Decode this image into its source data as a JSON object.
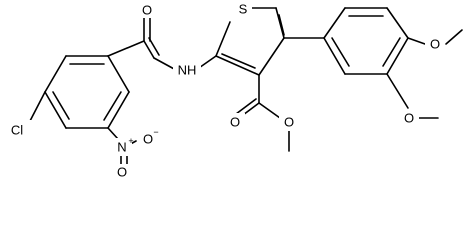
{
  "labels": {
    "sulfur": "S",
    "amide_o": "O",
    "nh": "NH",
    "chlorine": "Cl",
    "nitro_n": "N",
    "nitro_n_charge": "+",
    "nitro_o1": "O",
    "nitro_o1_charge": "−",
    "nitro_o2": "O",
    "ester_o_carbonyl": "O",
    "ester_o_ether": "O",
    "methoxy_o_top": "O",
    "methoxy_o_bottom": "O"
  }
}
